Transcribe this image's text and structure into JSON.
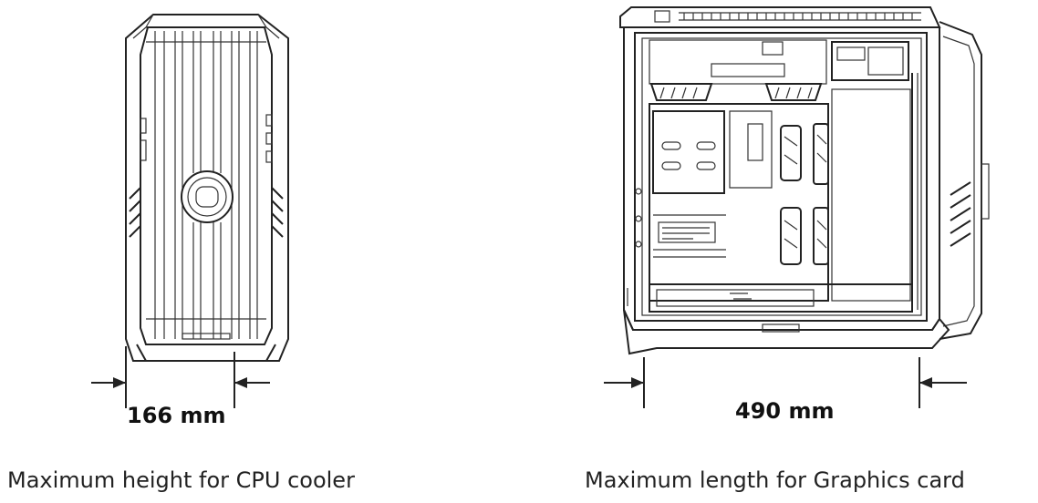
{
  "front_view": {
    "dimension": "166 mm",
    "caption": "Maximum height for CPU cooler"
  },
  "side_view": {
    "dimension": "490 mm",
    "caption": "Maximum length for Graphics card"
  },
  "colors": {
    "line": "#222222",
    "background": "#ffffff"
  }
}
